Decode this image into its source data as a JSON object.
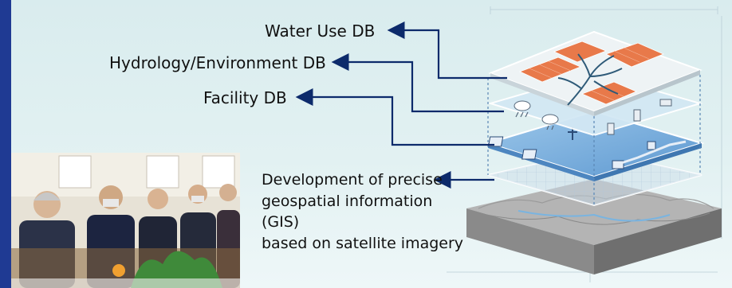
{
  "labels": {
    "water_use": "Water Use DB",
    "hydrology": "Hydrology/Environment DB",
    "facility": "Facility DB"
  },
  "gis": {
    "lines": [
      "Development of precise",
      "geospatial information",
      "(GIS)",
      "based on satellite imagery"
    ]
  },
  "colors": {
    "arrow": "#0c2a6b",
    "accent_bar": "#1f3a93",
    "field_orange": "#e8794a",
    "layer_blue": "#6aa4d8"
  },
  "icons": {
    "meeting_photo": "meeting-photo",
    "layer_stack": "database-layer-stack-illustration"
  }
}
